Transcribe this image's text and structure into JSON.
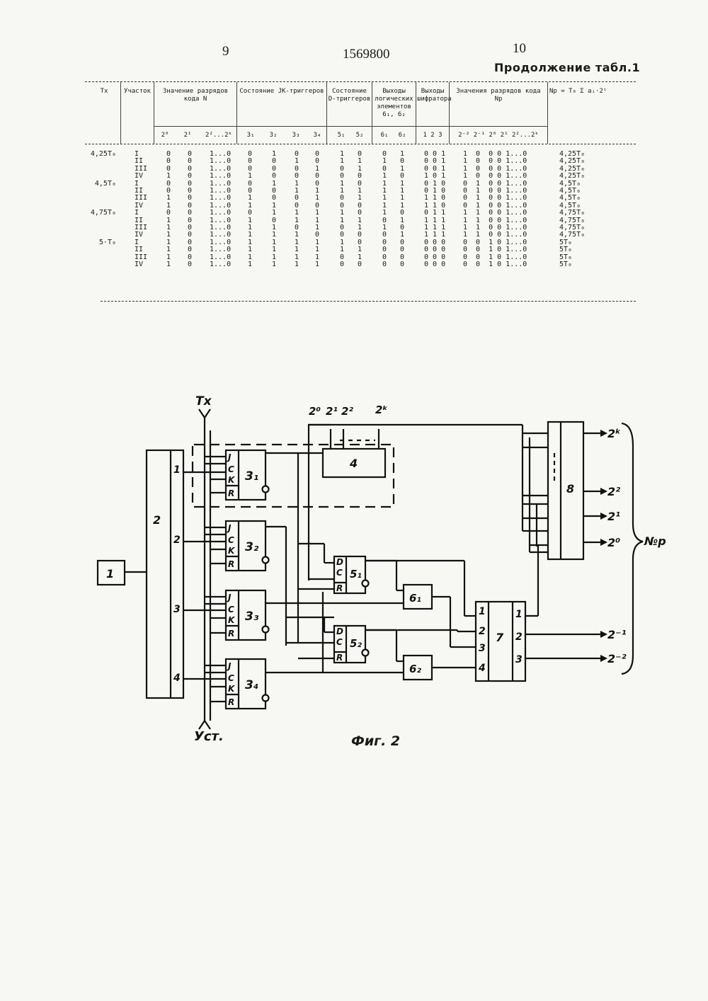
{
  "header": {
    "page_left": "9",
    "patent_number": "1569800",
    "page_right": "10",
    "continuation": "Продолжение табл.1"
  },
  "table": {
    "columns": {
      "tx": "Tx",
      "section": "Участок",
      "code_n": "Значение разрядов кода N",
      "jk": "Состояние JK-триггеров",
      "d": "Состояние D-триггеров",
      "logic": "Выходы логических элементов 6₁, 6₂",
      "enc": "Выходы шифратора",
      "code_np": "Значения разрядов кода Nр",
      "np": "Nр = T₀ Σ aᵢ·2ⁱ"
    },
    "subheaders": {
      "code_n": [
        "2⁰",
        "2¹",
        "2²...2ᵏ"
      ],
      "jk": [
        "3₁",
        "3₂",
        "3₃",
        "3₄"
      ],
      "d": [
        "5₁",
        "5₂"
      ],
      "logic": [
        "6₁",
        "6₂"
      ],
      "enc": "1 2 3",
      "code_np": "2⁻² 2⁻¹ 2⁰ 2¹ 2²...2ᵏ"
    },
    "rows": [
      {
        "tx": "4,25T₀",
        "sec": "I",
        "n0": "0",
        "n1": "0",
        "nk": "1...0",
        "j1": "0",
        "j2": "1",
        "j3": "0",
        "j4": "0",
        "d1": "1",
        "d2": "0",
        "l1": "0",
        "l2": "1",
        "enc": "0 0 1",
        "np": "1  0  0 0 1...0",
        "res": "4,25T₀"
      },
      {
        "tx": "",
        "sec": "II",
        "n0": "0",
        "n1": "0",
        "nk": "1...0",
        "j1": "0",
        "j2": "0",
        "j3": "1",
        "j4": "0",
        "d1": "1",
        "d2": "1",
        "l1": "1",
        "l2": "0",
        "enc": "0 0 1",
        "np": "1  0  0 0 1...0",
        "res": "4,25T₀"
      },
      {
        "tx": "",
        "sec": "III",
        "n0": "0",
        "n1": "0",
        "nk": "1...0",
        "j1": "0",
        "j2": "0",
        "j3": "0",
        "j4": "1",
        "d1": "0",
        "d2": "1",
        "l1": "0",
        "l2": "1",
        "enc": "0 0 1",
        "np": "1  0  0 0 1...0",
        "res": "4,25T₀"
      },
      {
        "tx": "",
        "sec": "IV",
        "n0": "1",
        "n1": "0",
        "nk": "1...0",
        "j1": "1",
        "j2": "0",
        "j3": "0",
        "j4": "0",
        "d1": "0",
        "d2": "0",
        "l1": "1",
        "l2": "0",
        "enc": "1 0 1",
        "np": "1  0  0 0 1...0",
        "res": "4,25T₀"
      },
      {
        "tx": "4,5T₀",
        "sec": "I",
        "n0": "0",
        "n1": "0",
        "nk": "1...0",
        "j1": "0",
        "j2": "1",
        "j3": "1",
        "j4": "0",
        "d1": "1",
        "d2": "0",
        "l1": "1",
        "l2": "1",
        "enc": "0 1 0",
        "np": "0  1  0 0 1...0",
        "res": "4,5T₀"
      },
      {
        "tx": "",
        "sec": "II",
        "n0": "0",
        "n1": "0",
        "nk": "1...0",
        "j1": "0",
        "j2": "0",
        "j3": "1",
        "j4": "1",
        "d1": "1",
        "d2": "1",
        "l1": "1",
        "l2": "1",
        "enc": "0 1 0",
        "np": "0  1  0 0 1...0",
        "res": "4,5T₀"
      },
      {
        "tx": "",
        "sec": "III",
        "n0": "1",
        "n1": "0",
        "nk": "1...0",
        "j1": "1",
        "j2": "0",
        "j3": "0",
        "j4": "1",
        "d1": "0",
        "d2": "1",
        "l1": "1",
        "l2": "1",
        "enc": "1 1 0",
        "np": "0  1  0 0 1...0",
        "res": "4,5T₀"
      },
      {
        "tx": "",
        "sec": "IV",
        "n0": "1",
        "n1": "0",
        "nk": "1...0",
        "j1": "1",
        "j2": "1",
        "j3": "0",
        "j4": "0",
        "d1": "0",
        "d2": "0",
        "l1": "1",
        "l2": "1",
        "enc": "1 1 0",
        "np": "0  1  0 0 1...0",
        "res": "4,5T₀"
      },
      {
        "tx": "4,75T₀",
        "sec": "I",
        "n0": "0",
        "n1": "0",
        "nk": "1...0",
        "j1": "0",
        "j2": "1",
        "j3": "1",
        "j4": "1",
        "d1": "1",
        "d2": "0",
        "l1": "1",
        "l2": "0",
        "enc": "0 1 1",
        "np": "1  1  0 0 1...0",
        "res": "4,75T₀"
      },
      {
        "tx": "",
        "sec": "II",
        "n0": "1",
        "n1": "0",
        "nk": "1...0",
        "j1": "1",
        "j2": "0",
        "j3": "1",
        "j4": "1",
        "d1": "1",
        "d2": "1",
        "l1": "0",
        "l2": "1",
        "enc": "1 1 1",
        "np": "1  1  0 0 1...0",
        "res": "4,75T₀"
      },
      {
        "tx": "",
        "sec": "III",
        "n0": "1",
        "n1": "0",
        "nk": "1...0",
        "j1": "1",
        "j2": "1",
        "j3": "0",
        "j4": "1",
        "d1": "0",
        "d2": "1",
        "l1": "1",
        "l2": "0",
        "enc": "1 1 1",
        "np": "1  1  0 0 1...0",
        "res": "4,75T₀"
      },
      {
        "tx": "",
        "sec": "IV",
        "n0": "1",
        "n1": "0",
        "nk": "1...0",
        "j1": "1",
        "j2": "1",
        "j3": "1",
        "j4": "0",
        "d1": "0",
        "d2": "0",
        "l1": "0",
        "l2": "1",
        "enc": "1 1 1",
        "np": "1  1  0 0 1...0",
        "res": "4,75T₀"
      },
      {
        "tx": "5·T₀",
        "sec": "I",
        "n0": "1",
        "n1": "0",
        "nk": "1...0",
        "j1": "1",
        "j2": "1",
        "j3": "1",
        "j4": "1",
        "d1": "1",
        "d2": "0",
        "l1": "0",
        "l2": "0",
        "enc": "0 0 0",
        "np": "0  0  1 0 1...0",
        "res": "5T₀"
      },
      {
        "tx": "",
        "sec": "II",
        "n0": "1",
        "n1": "0",
        "nk": "1...0",
        "j1": "1",
        "j2": "1",
        "j3": "1",
        "j4": "1",
        "d1": "1",
        "d2": "1",
        "l1": "0",
        "l2": "0",
        "enc": "0 0 0",
        "np": "0  0  1 0 1...0",
        "res": "5T₀"
      },
      {
        "tx": "",
        "sec": "III",
        "n0": "1",
        "n1": "0",
        "nk": "1...0",
        "j1": "1",
        "j2": "1",
        "j3": "1",
        "j4": "1",
        "d1": "0",
        "d2": "1",
        "l1": "0",
        "l2": "0",
        "enc": "0 0 0",
        "np": "0  0  1 0 1...0",
        "res": "5T₀"
      },
      {
        "tx": "",
        "sec": "IV",
        "n0": "1",
        "n1": "0",
        "nk": "1...0",
        "j1": "1",
        "j2": "1",
        "j3": "1",
        "j4": "1",
        "d1": "0",
        "d2": "0",
        "l1": "0",
        "l2": "0",
        "enc": "0 0 0",
        "np": "0  0  1 0 1...0",
        "res": "5T₀"
      }
    ]
  },
  "diagram": {
    "input_label": "Tx",
    "reset_label": "Уст.",
    "bits_top": [
      "2⁰",
      "2¹",
      "2²",
      "2ᵏ"
    ],
    "block1": "1",
    "block2": "2",
    "block2_outputs": [
      "1",
      "2",
      "3",
      "4"
    ],
    "ff_pins": {
      "j": "J",
      "c": "C",
      "k": "K",
      "r": "R",
      "d": "D"
    },
    "jk_labels": [
      "3₁",
      "3₂",
      "3₃",
      "3₄"
    ],
    "block4": "4",
    "d_labels": [
      "5₁",
      "5₂"
    ],
    "gate_labels": [
      "6₁",
      "6₂"
    ],
    "block7": "7",
    "block7_inputs": [
      "1",
      "2",
      "3",
      "4"
    ],
    "block7_outputs": [
      "1",
      "2",
      "3"
    ],
    "block8": "8",
    "outputs": [
      "2ᵏ",
      "2²",
      "2¹",
      "2⁰",
      "2⁻¹",
      "2⁻²"
    ],
    "np_label": "№р",
    "caption": "Фиг. 2"
  }
}
